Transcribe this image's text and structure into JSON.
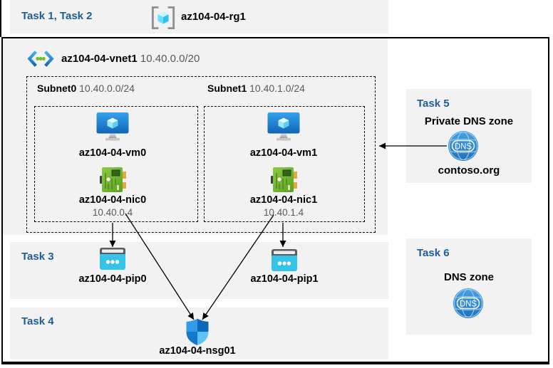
{
  "header": {
    "tasks_label": "Task 1, Task 2",
    "resource_group": "az104-04-rg1"
  },
  "vnet": {
    "name": "az104-04-vnet1",
    "cidr": "10.40.0.0/20"
  },
  "subnets": [
    {
      "name": "Subnet0",
      "cidr": "10.40.0.0/24",
      "vm_name": "az104-04-vm0",
      "nic_name": "az104-04-nic0",
      "nic_ip": "10.40.0.4"
    },
    {
      "name": "Subnet1",
      "cidr": "10.40.1.0/24",
      "vm_name": "az104-04-vm1",
      "nic_name": "az104-04-nic1",
      "nic_ip": "10.40.1.4"
    }
  ],
  "task3": {
    "label": "Task 3",
    "pip0": "az104-04-pip0",
    "pip1": "az104-04-pip1"
  },
  "task4": {
    "label": "Task 4",
    "nsg_name": "az104-04-nsg01"
  },
  "task5": {
    "label": "Task 5",
    "title": "Private DNS zone",
    "zone_name": "contoso.org",
    "dns_icon_text": "DNS"
  },
  "task6": {
    "label": "Task 6",
    "title": "DNS zone",
    "dns_icon_text": "DNS"
  },
  "colors": {
    "task_label_blue": "#1F5C97",
    "box_background": "#F2F2F2",
    "secondary_text": "#595959",
    "arrow": "#000000"
  },
  "icons": [
    "resource-group-icon",
    "virtual-network-icon",
    "virtual-machine-icon",
    "network-interface-icon",
    "public-ip-icon",
    "nsg-shield-icon",
    "dns-zone-icon"
  ]
}
